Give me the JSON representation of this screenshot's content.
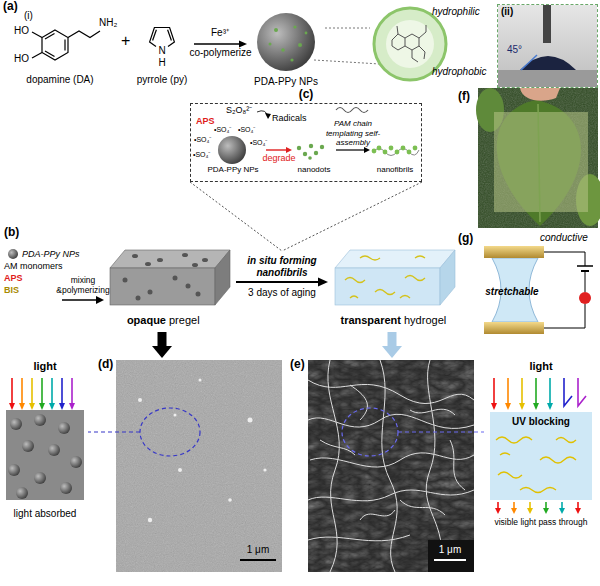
{
  "diagram": {
    "nodes": [
      {
        "text": [
          "dopamine (DA)"
        ]
      },
      {
        "text": [
          "pyrrole (py)"
        ]
      },
      {
        "text": [
          "PDA-PPy NPs"
        ]
      },
      {
        "text": [
          "hydrophilic",
          "hydrophobic"
        ]
      },
      {
        "text": [
          "(ii)",
          "45°"
        ]
      },
      {
        "text": [
          "(c)"
        ]
      },
      {
        "text": [
          "PDA-PPy NPs"
        ],
        "in": 5
      },
      {
        "text": [
          "nanodots"
        ],
        "in": 5
      },
      {
        "text": [
          "nanofibrils"
        ],
        "in": 5
      },
      {
        "text": [
          "(f)"
        ]
      },
      {
        "text": [
          "opaque",
          "pregel"
        ]
      },
      {
        "text": [
          "transparent",
          "hydrogel"
        ]
      },
      {
        "text": [
          "(g)",
          "conductive",
          "stretchable"
        ]
      },
      {
        "text": [
          "light",
          "light absorbed"
        ]
      },
      {
        "text": [
          "(d)",
          "1 μm"
        ]
      },
      {
        "text": [
          "(e)",
          "1 μm"
        ]
      },
      {
        "text": [
          "light",
          "UV blocking",
          "visible light pass through"
        ]
      }
    ],
    "edges": [
      {
        "from": 1,
        "to": 2,
        "arrow": "to",
        "label": "co-polymerize"
      },
      {
        "from": 2,
        "to": 3,
        "arrow": "none"
      },
      {
        "from": 6,
        "to": 7,
        "arrow": "to",
        "label": "degrade"
      },
      {
        "from": 7,
        "to": 8,
        "arrow": "to",
        "label": "PAM chain templating self-assembly"
      },
      {
        "from": 10,
        "to": 11,
        "arrow": "to",
        "label": "in situ forming nanofibrils"
      },
      {
        "from": 10,
        "to": 14,
        "arrow": "to"
      },
      {
        "from": 11,
        "to": 15,
        "arrow": "to"
      },
      {
        "from": 14,
        "to": 13,
        "arrow": "none"
      },
      {
        "from": 15,
        "to": 16,
        "arrow": "none"
      }
    ],
    "labels": [
      "(a)",
      "(i)",
      "HO",
      "HO",
      "NH₂",
      "+",
      "N",
      "H",
      "Fe³⁺",
      "S₂O₈²⁻",
      "APS",
      "Radicals",
      "•SO₄⁻",
      "•SO₄⁻",
      "•SO₄⁻",
      "•SO₄⁻",
      "•SO₄⁻",
      "(b)",
      "PDA-PPy NPs",
      "AM monomers",
      "APS",
      "BIS",
      "mixing &polymerizing",
      "3 days of aging"
    ]
  }
}
